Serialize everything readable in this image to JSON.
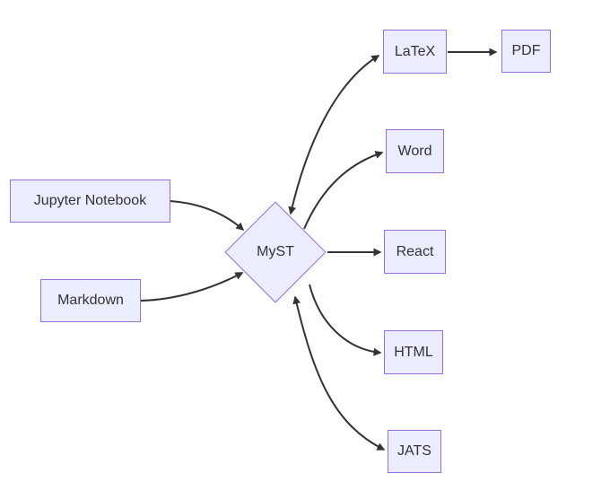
{
  "diagram": {
    "type": "flowchart",
    "nodes": {
      "jupyter": {
        "label": "Jupyter Notebook",
        "shape": "rect"
      },
      "markdown": {
        "label": "Markdown",
        "shape": "rect"
      },
      "myst": {
        "label": "MyST",
        "shape": "diamond"
      },
      "latex": {
        "label": "LaTeX",
        "shape": "rect"
      },
      "pdf": {
        "label": "PDF",
        "shape": "rect"
      },
      "word": {
        "label": "Word",
        "shape": "rect"
      },
      "react": {
        "label": "React",
        "shape": "rect"
      },
      "html": {
        "label": "HTML",
        "shape": "rect"
      },
      "jats": {
        "label": "JATS",
        "shape": "rect"
      }
    },
    "edges": [
      {
        "from": "jupyter",
        "to": "myst",
        "bidirectional": false
      },
      {
        "from": "markdown",
        "to": "myst",
        "bidirectional": false
      },
      {
        "from": "myst",
        "to": "latex",
        "bidirectional": true
      },
      {
        "from": "latex",
        "to": "pdf",
        "bidirectional": false
      },
      {
        "from": "myst",
        "to": "word",
        "bidirectional": false
      },
      {
        "from": "myst",
        "to": "react",
        "bidirectional": false
      },
      {
        "from": "myst",
        "to": "html",
        "bidirectional": false
      },
      {
        "from": "myst",
        "to": "jats",
        "bidirectional": true
      }
    ],
    "colors": {
      "node_fill": "#ECECFF",
      "node_border": "#9370DB",
      "edge_stroke": "#333333",
      "text": "#333333",
      "background": "#FFFFFF"
    }
  }
}
